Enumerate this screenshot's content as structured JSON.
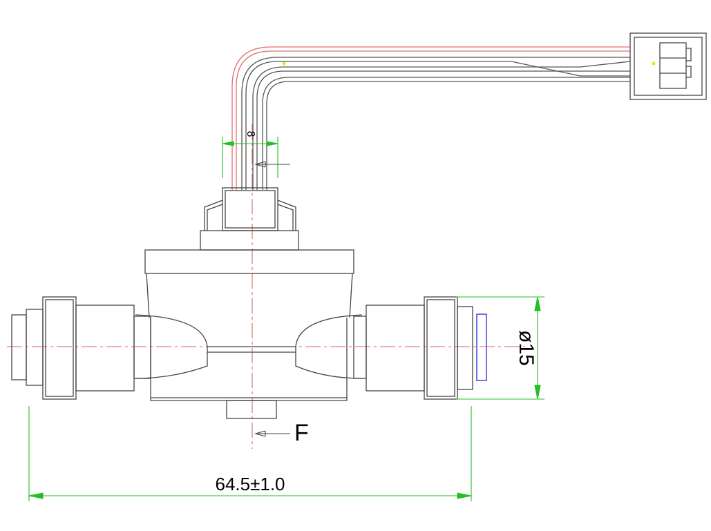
{
  "drawing": {
    "dimensions": {
      "overall_length": "64.5±1.0",
      "pipe_diameter": "ø15",
      "wire_spacing": "8",
      "flow_label": "F"
    },
    "colors": {
      "outline": "#3a3a3a",
      "centerline": "#e06060",
      "dimension": "#22c022",
      "wire_red": "#e07070",
      "seal": "#7070e0",
      "marker": "#f0e020"
    }
  }
}
